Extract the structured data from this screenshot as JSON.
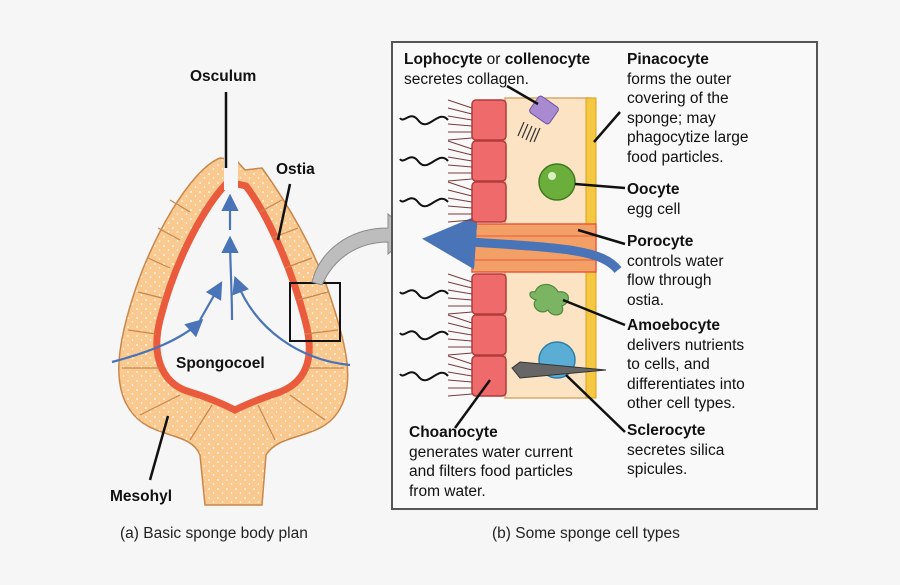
{
  "panel_a": {
    "caption": "(a) Basic sponge body plan",
    "labels": {
      "osculum": "Osculum",
      "ostia": "Ostia",
      "spongocoel": "Spongocoel",
      "mesohyl": "Mesohyl"
    }
  },
  "panel_b": {
    "caption": "(b) Some sponge cell types",
    "lophocyte": {
      "name": "Lophocyte",
      "or": " or ",
      "alt": "collenocyte",
      "desc": "secretes collagen."
    },
    "pinacocyte": {
      "name": "Pinacocyte",
      "desc": [
        "forms the outer",
        "covering of the",
        "sponge; may",
        "phagocytize large",
        "food particles."
      ]
    },
    "oocyte": {
      "name": "Oocyte",
      "desc": [
        "egg cell"
      ]
    },
    "porocyte": {
      "name": "Porocyte",
      "desc": [
        "controls water",
        "flow through",
        "ostia."
      ]
    },
    "amoebocyte": {
      "name": "Amoebocyte",
      "desc": [
        "delivers nutrients",
        "to cells, and",
        "differentiates into",
        "other cell types."
      ]
    },
    "sclerocyte": {
      "name": "Sclerocyte",
      "desc": [
        "secretes silica",
        "spicules."
      ]
    },
    "choanocyte": {
      "name": "Choanocyte",
      "desc": [
        "generates water current",
        "and filters food particles",
        "from water."
      ]
    }
  },
  "colors": {
    "water_arrow": "#4a74b8",
    "body_fill": "#f9c98f",
    "choanocyte_layer": "#ea5a3c",
    "choanocyte_cell": "#ef6a6a",
    "mesohyl_fill": "#fbe3c4",
    "pinacoderm": "#f5c842",
    "oocyte": "#6cae3c",
    "amoebocyte": "#7bb563",
    "sclerocyte": "#5aaed6",
    "lophocyte": "#a98ad0"
  }
}
